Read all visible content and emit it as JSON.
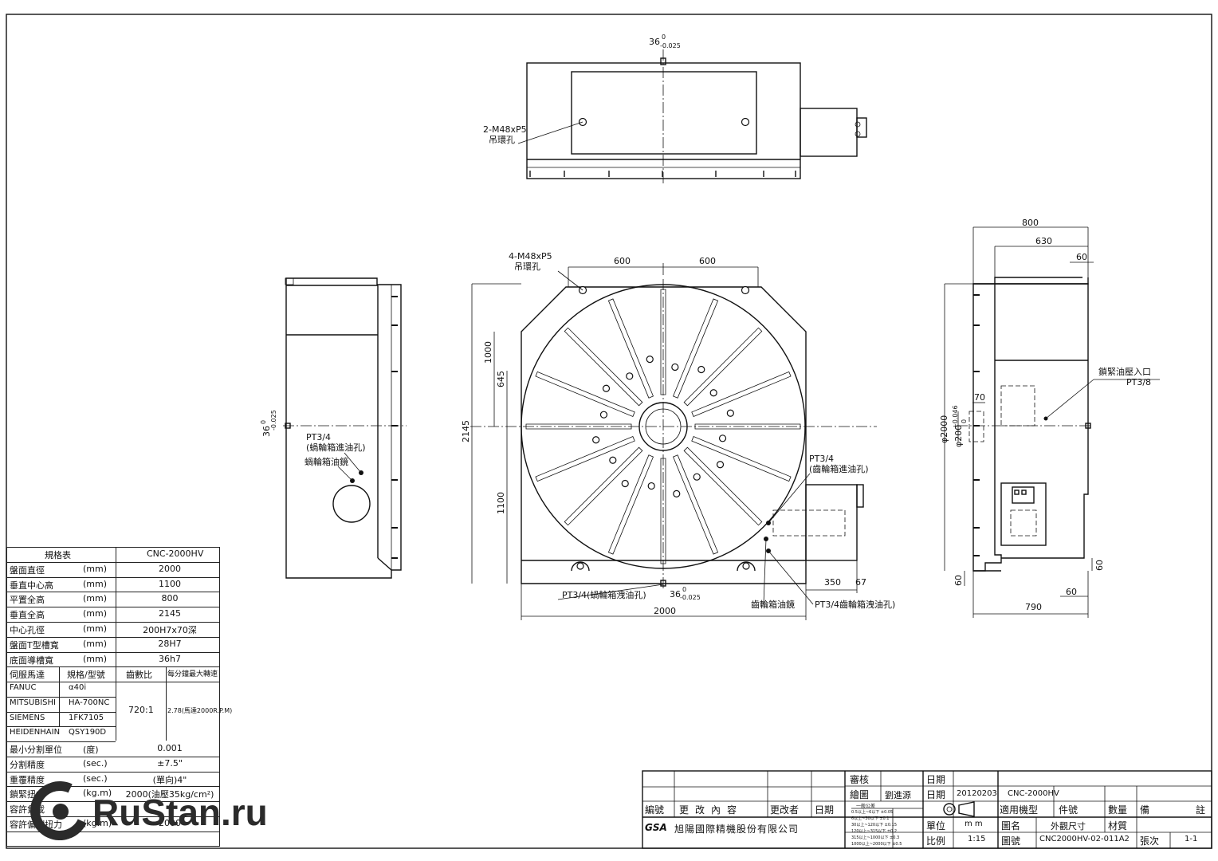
{
  "top_view": {
    "top_dim": "36",
    "top_tol_upper": "0",
    "top_tol_lower": "-0.025",
    "hole_label_1": "2-M48xP5",
    "hole_label_2": "吊環孔"
  },
  "front_view": {
    "hole_label_1": "4-M48xP5",
    "hole_label_2": "吊環孔",
    "dim_600_left": "600",
    "dim_600_right": "600",
    "dim_1000": "1000",
    "dim_645": "645",
    "dim_2145": "2145",
    "dim_1100": "1100",
    "dim_2000": "2000",
    "dim_350": "350",
    "dim_67": "67",
    "bottom_key": "36",
    "bottom_key_tol_upper": "0",
    "bottom_key_tol_lower": "-0.025",
    "pt_gear_in_1": "PT3/4",
    "pt_gear_in_2": "(齒輪箱進油孔)",
    "pt_worm_out": "PT3/4(蝸輪箱洩油孔)",
    "gear_sight": "齒輪箱油鏡",
    "pt_gear_out": "PT3/4齒輪箱洩油孔)"
  },
  "left_view": {
    "key_dim": "36",
    "key_tol_upper": "0",
    "key_tol_lower": "-0.025",
    "pt_worm_in_1": "PT3/4",
    "pt_worm_in_2": "(蝸輪箱進油孔)",
    "worm_sight": "蝸輪箱油鏡"
  },
  "right_view": {
    "dim_800": "800",
    "dim_630": "630",
    "dim_60_top": "60",
    "clamp_label": "鎖緊油壓入口",
    "clamp_pt": "PT3/8",
    "dim_70": "70",
    "dia_2000": "φ2000",
    "dia_200": "φ200",
    "dia_200_tol_upper": "+0.046",
    "dia_200_tol_lower": "0",
    "dim_60_left": "60",
    "dim_60_right": "60",
    "dim_60_bottom": "60",
    "dim_790": "790"
  },
  "spec_table": {
    "header_left": "規格表",
    "header_right": "CNC-2000HV",
    "rows": [
      {
        "label": "盤面直徑",
        "unit": "(mm)",
        "value": "2000"
      },
      {
        "label": "垂直中心高",
        "unit": "(mm)",
        "value": "1100"
      },
      {
        "label": "平置全高",
        "unit": "(mm)",
        "value": "800"
      },
      {
        "label": "垂直全高",
        "unit": "(mm)",
        "value": "2145"
      },
      {
        "label": "中心孔徑",
        "unit": "(mm)",
        "value": "200H7x70深"
      },
      {
        "label": "盤面T型槽寬",
        "unit": "(mm)",
        "value": "28H7"
      },
      {
        "label": "底面導槽寬",
        "unit": "(mm)",
        "value": "36h7"
      }
    ],
    "servo_header": {
      "c1": "伺服馬達",
      "c2": "規格/型號",
      "c3": "齒數比",
      "c4": "每分鐘最大轉速"
    },
    "servo_rows": [
      {
        "brand": "FANUC",
        "model": "α40i"
      },
      {
        "brand": "MITSUBISHI",
        "model": "HA-700NC"
      },
      {
        "brand": "SIEMENS",
        "model": "1FK7105"
      },
      {
        "brand": "HEIDENHAIN",
        "model": "QSY190D"
      }
    ],
    "ratio": "720:1",
    "max_speed": "2.78(馬達2000R.P.M)",
    "rows2": [
      {
        "label": "最小分割單位",
        "unit": "(度)",
        "value": "0.001"
      },
      {
        "label": "分割精度",
        "unit": "(sec.)",
        "value": "±7.5\""
      },
      {
        "label": "重覆精度",
        "unit": "(sec.)",
        "value": "(單向)4\""
      },
      {
        "label": "鎖緊扭力",
        "unit": "(kg.m)",
        "value": "2000(油壓35kg/cm²)"
      },
      {
        "label": "容許負載",
        "unit": "",
        "value": ""
      },
      {
        "label": "容許偏側扭力",
        "unit": "(kg.m)",
        "value": "2000"
      }
    ]
  },
  "logo": {
    "text": "RuStan.ru"
  },
  "title_block": {
    "review": "審核",
    "date_label": "日期",
    "draw": "繪圖",
    "drawer": "劉進源",
    "date_label2": "日期",
    "date": "20120203",
    "model_label": "適用機型",
    "model": "CNC-2000HV",
    "part_label": "件號",
    "qty_label": "數量",
    "remark_label": "備",
    "remark2": "註",
    "col_no": "編號",
    "col_change": "更改內容",
    "col_changer": "更改者",
    "col_date": "日期",
    "unit_label": "單位",
    "unit": "m m",
    "name_label": "圖名",
    "name": "外觀尺寸",
    "material_label": "材質",
    "company_mark": "GSA",
    "company": "旭陽國際精機股份有限公司",
    "scale_label": "比例",
    "scale": "1:15",
    "dwg_label": "圖號",
    "dwg_no": "CNC2000HV-02-011A2",
    "sheet_label": "張次",
    "sheet": "1-1",
    "tol_title": "一般公差",
    "tol_rows": [
      "0.5以上~6以下 ±0.05",
      "6以上~30以下 ±0.1",
      "30以上~120以下 ±0.15",
      "120以上~315以下 ±0.2",
      "315以上~1000以下 ±0.3",
      "1000以上~2000以下 ±0.5"
    ]
  }
}
